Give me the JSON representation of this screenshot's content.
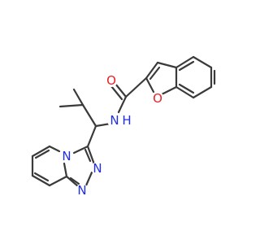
{
  "colors": {
    "bond": "#3a3a3a",
    "oxygen": "#e8202a",
    "nitrogen": "#2030e0",
    "carbon": "#3a3a3a"
  },
  "atom_labels": {
    "carbonyl_oxygen": "O",
    "furan_oxygen": "O",
    "amide_nitrogen": "N",
    "amide_hydrogen": "H",
    "pyridine_nitrogen": "N",
    "triazole_nitrogen_a": "N",
    "triazole_nitrogen_b": "N"
  }
}
